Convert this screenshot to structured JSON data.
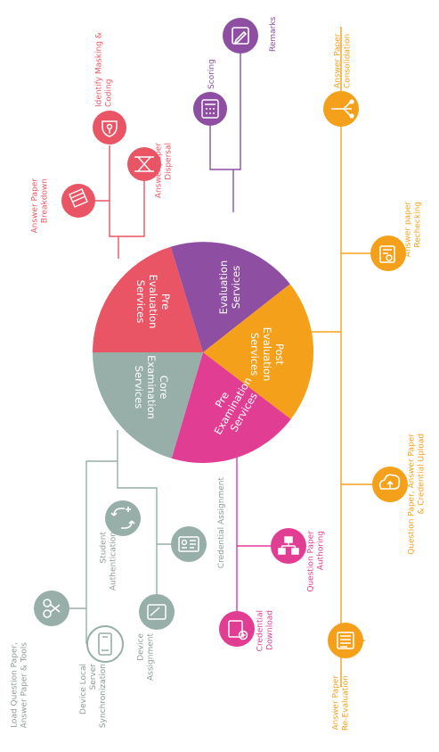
{
  "colors": {
    "pre_evaluation": "#ea5565",
    "evaluation": "#8e4fa3",
    "post_evaluation": "#f5a01a",
    "pre_examination": "#e03d93",
    "core": "#98aea9",
    "core_text": "#8e9c99"
  },
  "segments": {
    "pre_evaluation": [
      "Pre",
      "Evaluation",
      "Services"
    ],
    "evaluation": [
      "Evaluation",
      "Services"
    ],
    "post_evaluation": [
      "Post",
      "Evaluation",
      "Services"
    ],
    "pre_examination": [
      "Pre",
      "Examination",
      "Services"
    ],
    "core": [
      "Core",
      "Examination",
      "Services"
    ]
  },
  "nodes": {
    "answer_paper_breakdown": {
      "label": [
        "Answer Paper",
        "Breakdown"
      ],
      "icon": "paper-stack-icon"
    },
    "identify_masking": {
      "label": [
        "Identify Masking &",
        "Coding"
      ],
      "icon": "shield-key-icon"
    },
    "answer_paper_dispersal": {
      "label": [
        "Answer paper",
        "Dispersal"
      ],
      "icon": "dispersal-arrows-icon"
    },
    "scoring": {
      "label": [
        "Scoring"
      ],
      "icon": "calculator-icon"
    },
    "remarks": {
      "label": [
        "Remarks"
      ],
      "icon": "pencil-icon"
    },
    "answer_paper_consolidation": {
      "label": [
        "Answer Paper",
        "Consolidation"
      ],
      "icon": "merge-arrows-icon"
    },
    "answer_paper_rechecking": {
      "label": [
        "Answer paper",
        "Rechecking"
      ],
      "icon": "document-recheck-icon"
    },
    "question_paper_upload": {
      "label": [
        "Question Paper, Answer Paper",
        "& Credential Upload"
      ],
      "icon": "cloud-upload-icon"
    },
    "answer_paper_reevaluation": {
      "label": [
        "Answer Paper",
        "Re-Evaluation"
      ],
      "icon": "document-lines-icon"
    },
    "credential_download": {
      "label": [
        "Credential",
        "Download"
      ],
      "icon": "document-download-icon"
    },
    "question_paper_authoring": {
      "label": [
        "Question Paper",
        "Authoring"
      ],
      "icon": "hierarchy-icon"
    },
    "credential_assignment": {
      "label": [
        "Credential Assignment"
      ],
      "icon": "id-card-icon"
    },
    "student_authentication": {
      "label": [
        "Student",
        "Authentication"
      ],
      "icon": "user-swap-icon"
    },
    "device_assignment": {
      "label": [
        "Device",
        "Assignment"
      ],
      "icon": "tablet-icon"
    },
    "device_sync": {
      "label": [
        "Device Local",
        "Server",
        "Synchronization"
      ],
      "icon": "phone-sync-icon"
    },
    "load_question_paper": {
      "label": [
        "Load Question Paper,",
        "Answer Paper & Tools"
      ],
      "icon": "scissors-icon"
    }
  }
}
